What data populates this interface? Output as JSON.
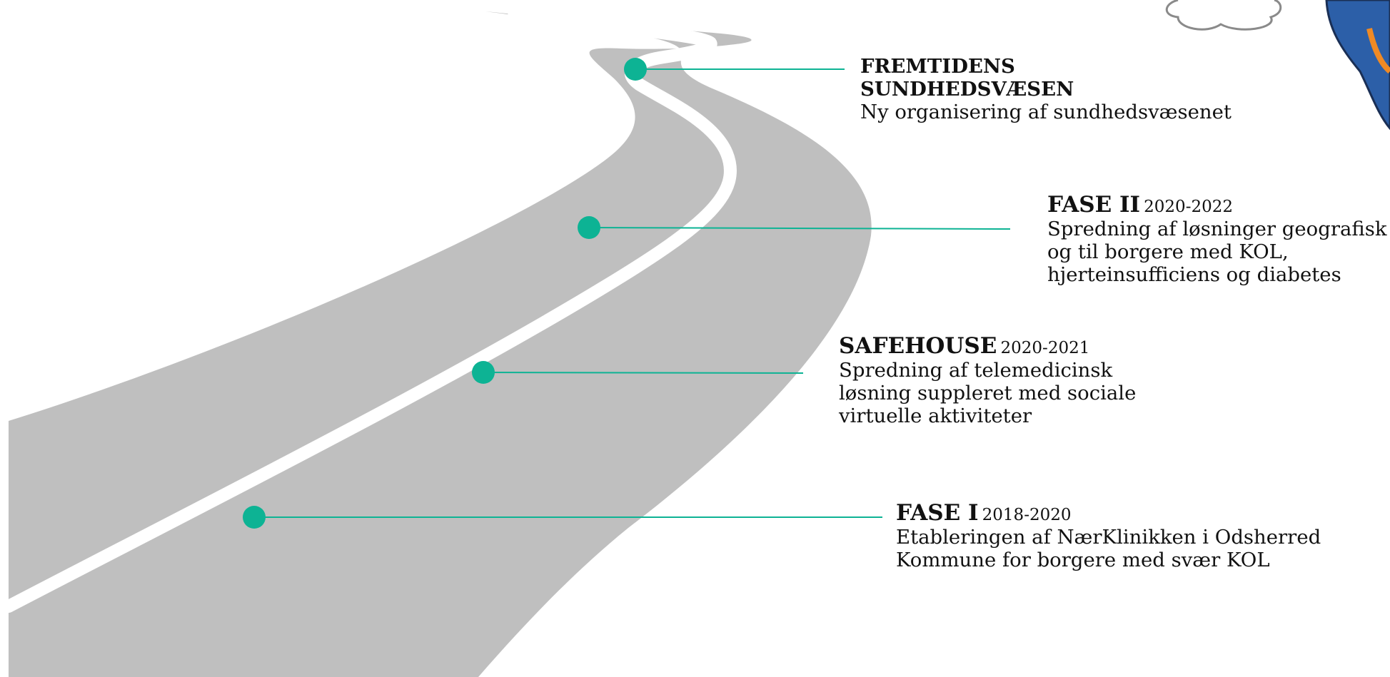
{
  "colors": {
    "road": "#bfbfbf",
    "lane": "#ffffff",
    "marker": "#0db394",
    "text": "#111111"
  },
  "icons": [
    "cloud-icon",
    "mascot-figure"
  ],
  "milestones": {
    "fremtidens": {
      "title_line1": "FREMTIDENS",
      "title_line2": "SUNDHEDSVÆSEN",
      "desc": [
        "Ny organisering af sundhedsvæsenet"
      ]
    },
    "fase2": {
      "title": "FASE II",
      "years": "2020-2022",
      "desc": [
        "Spredning af løsninger geografisk",
        "og til borgere med KOL,",
        "hjerteinsufficiens og diabetes"
      ]
    },
    "safehouse": {
      "title": "SAFEHOUSE",
      "years": "2020-2021",
      "desc": [
        "Spredning af telemedicinsk",
        "løsning suppleret med sociale",
        "virtuelle aktiviteter"
      ]
    },
    "fase1": {
      "title": "FASE I",
      "years": "2018-2020",
      "desc": [
        "Etableringen af NærKlinikken i Odsherred",
        "Kommune for borgere med svær KOL"
      ]
    }
  }
}
